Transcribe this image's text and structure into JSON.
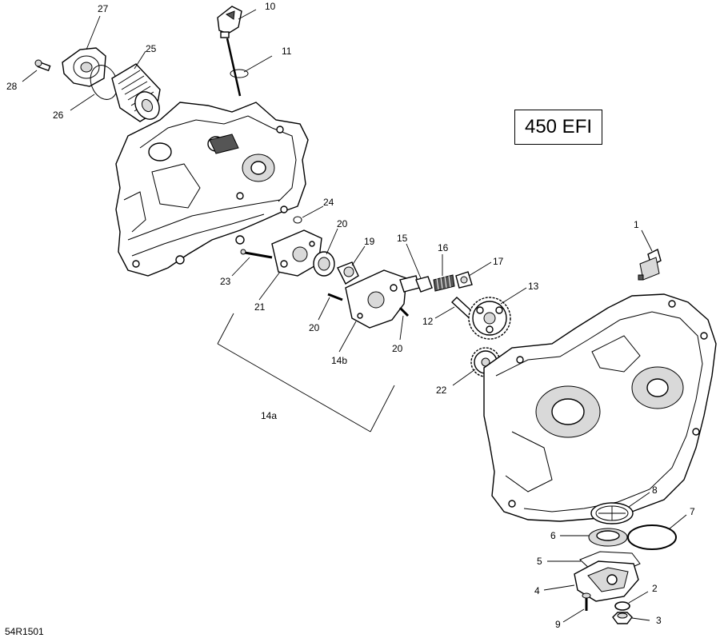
{
  "model_label": "450 EFI",
  "figure_code": "54R1501",
  "callouts": {
    "c1": "1",
    "c2": "2",
    "c3": "3",
    "c4": "4",
    "c5": "5",
    "c6": "6",
    "c7": "7",
    "c8": "8",
    "c9": "9",
    "c10": "10",
    "c11": "11",
    "c12": "12",
    "c13": "13",
    "c14a": "14a",
    "c14b": "14b",
    "c15": "15",
    "c16": "16",
    "c17": "17",
    "c19": "19",
    "c20a": "20",
    "c20b": "20",
    "c20c": "20",
    "c21": "21",
    "c22": "22",
    "c23": "23",
    "c24": "24",
    "c25": "25",
    "c26": "26",
    "c27": "27",
    "c28": "28"
  }
}
